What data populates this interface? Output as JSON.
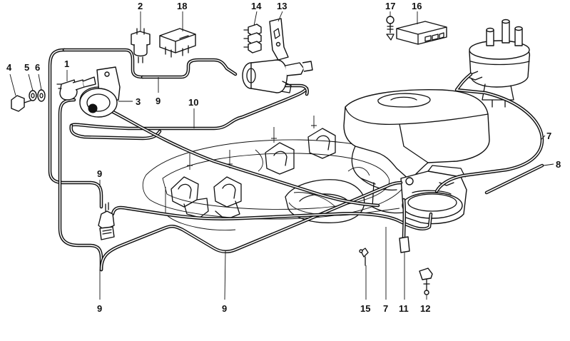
{
  "callouts": {
    "c1": "1",
    "c2": "2",
    "c3": "3",
    "c4": "4",
    "c5": "5",
    "c6": "6",
    "c7a": "7",
    "c7b": "7",
    "c8": "8",
    "c9a": "9",
    "c9b": "9",
    "c9c": "9",
    "c9d": "9",
    "c10": "10",
    "c11": "11",
    "c12": "12",
    "c13": "13",
    "c14": "14",
    "c15": "15",
    "c16": "16",
    "c17": "17",
    "c18": "18"
  },
  "components": {
    "engine_intake": "engine-intake-manifold",
    "distributor": "ignition-distributor",
    "control_unit": "control-unit",
    "air_cleaner": "air-cleaner-housing"
  }
}
